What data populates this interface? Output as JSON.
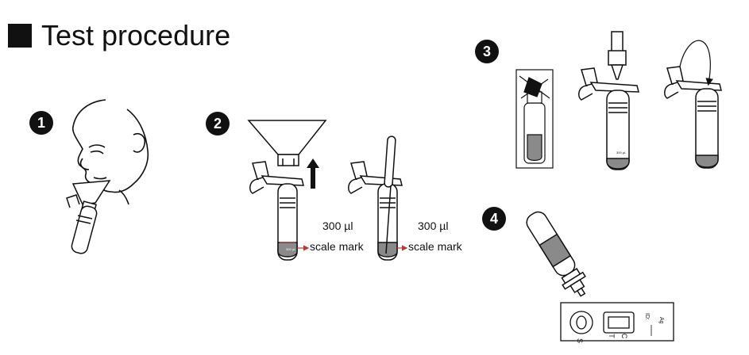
{
  "heading": {
    "title": "Test procedure"
  },
  "steps": [
    {
      "number": "1"
    },
    {
      "number": "2"
    },
    {
      "number": "3"
    },
    {
      "number": "4"
    }
  ],
  "step2": {
    "volume_label_a": "300 µl",
    "scale_label_a": "scale mark",
    "volume_label_b": "300 µl",
    "scale_label_b": "scale mark",
    "tube_mark": "300 µL"
  },
  "step3": {
    "tube_mark": "300 µL"
  },
  "step4": {
    "cassette": {
      "sample_label": "S",
      "test_label": "T",
      "control_label": "C",
      "id_label": "ID:",
      "ag_label": "Ag"
    }
  },
  "colors": {
    "accent_arrow": "#c0392b",
    "ink": "#111111",
    "liquid": "#8a8a8a"
  }
}
